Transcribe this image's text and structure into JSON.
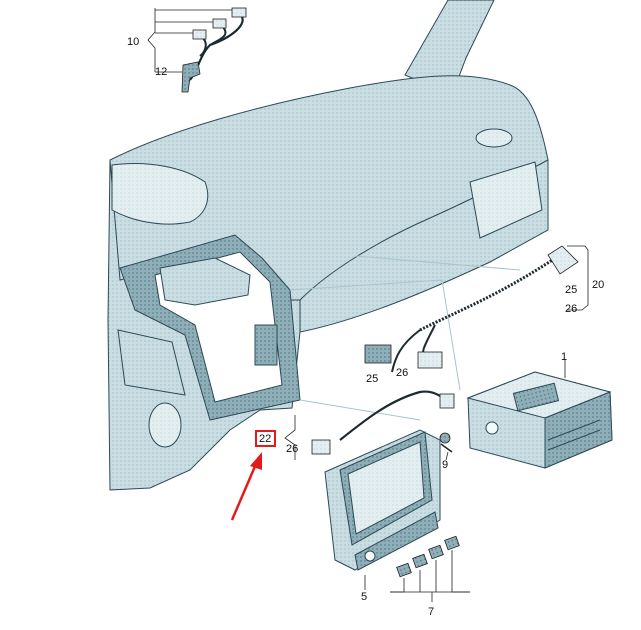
{
  "diagram": {
    "callouts": [
      {
        "id": "c10",
        "text": "10"
      },
      {
        "id": "c12",
        "text": "12"
      },
      {
        "id": "c20",
        "text": "20"
      },
      {
        "id": "c25a",
        "text": "25"
      },
      {
        "id": "c26a",
        "text": "26"
      },
      {
        "id": "c1",
        "text": "1"
      },
      {
        "id": "c25b",
        "text": "25"
      },
      {
        "id": "c26b",
        "text": "26"
      },
      {
        "id": "c22",
        "text": "22"
      },
      {
        "id": "c26c",
        "text": "26"
      },
      {
        "id": "c9",
        "text": "9"
      },
      {
        "id": "c5",
        "text": "5"
      },
      {
        "id": "c7",
        "text": "7"
      }
    ],
    "highlight": {
      "target": "22",
      "color": "#e41b1b"
    },
    "colors": {
      "dash_fill": "#c8dde2",
      "dash_shade": "#9fbfc8",
      "dash_dark": "#4d6f7a",
      "arrow": "#e41b1b"
    }
  }
}
